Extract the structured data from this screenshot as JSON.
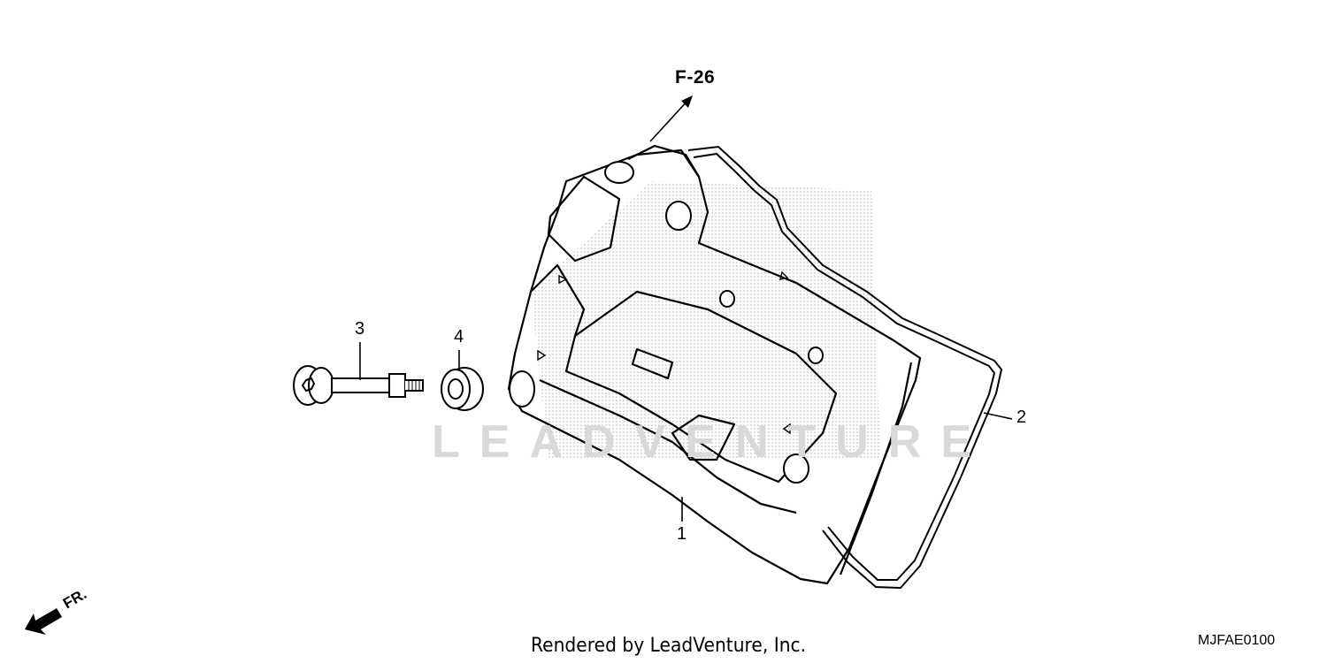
{
  "diagram": {
    "reference_label": "F-26",
    "callouts": [
      "1",
      "2",
      "3",
      "4"
    ],
    "watermark_text": "LEADVENTURE",
    "direction_label": "FR.",
    "footer_text": "Rendered by LeadVenture, Inc.",
    "diagram_code": "MJFAE0100"
  },
  "icons": [
    "direction-arrow-icon",
    "bolt-icon",
    "washer-icon",
    "cylinder-head-cover-icon",
    "gasket-icon"
  ]
}
